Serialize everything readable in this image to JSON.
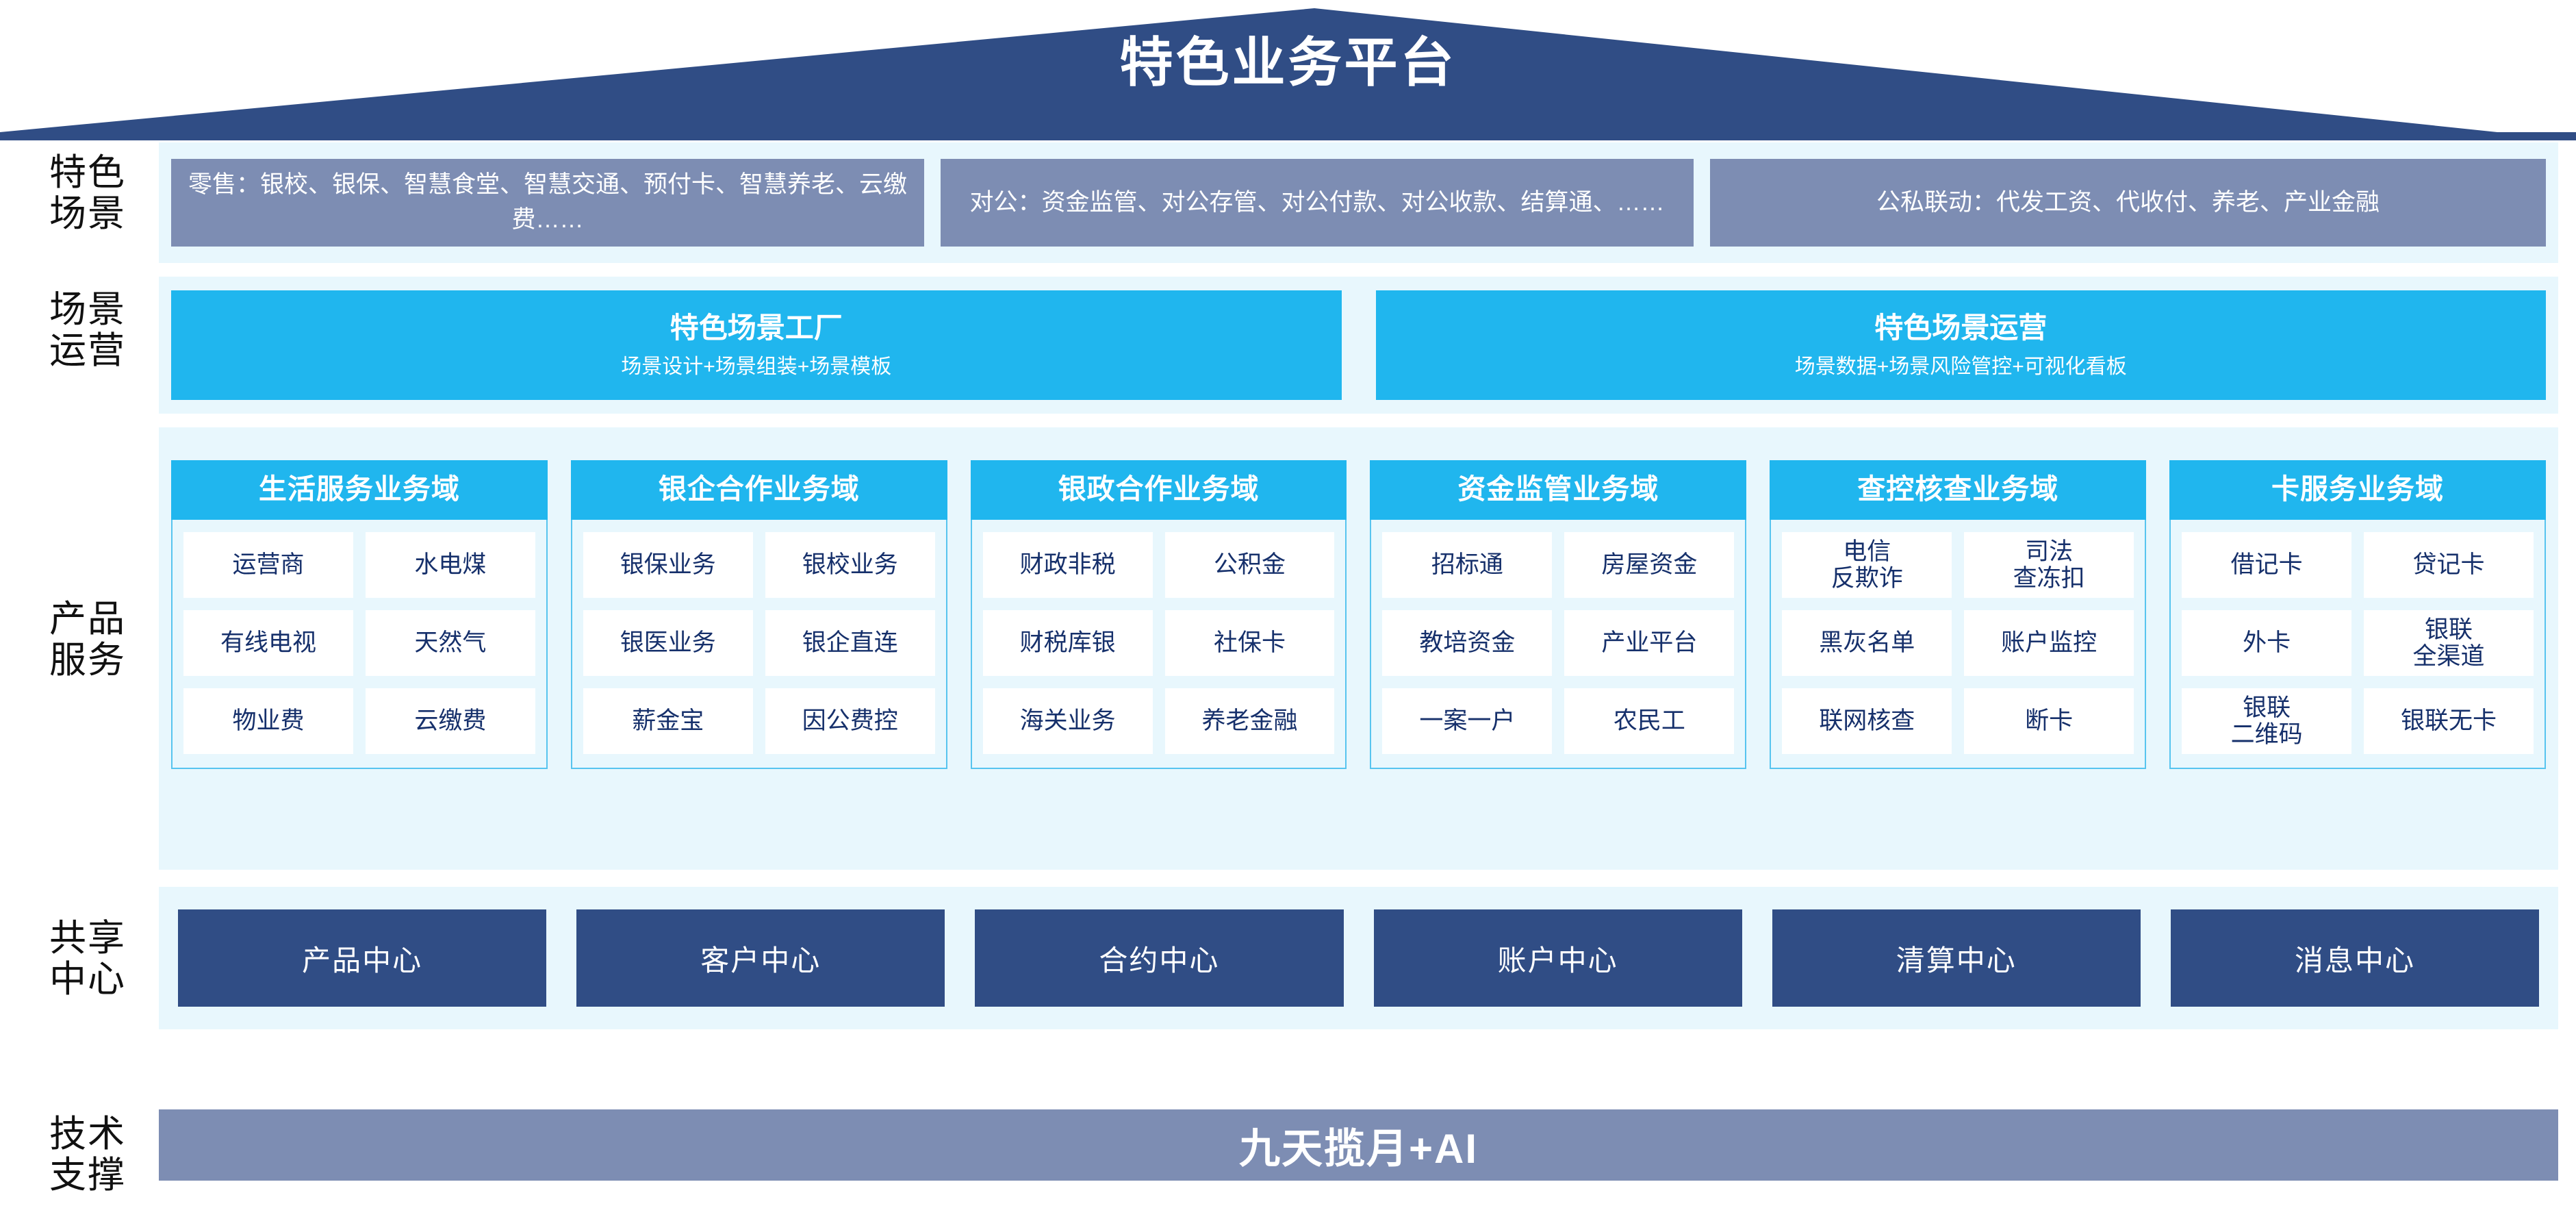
{
  "header": {
    "title": "特色业务平台"
  },
  "rows": {
    "scene": {
      "label": "特色\n场景",
      "boxes": [
        "零售：银校、银保、智慧食堂、智慧交通、预付卡、智慧养老、云缴费……",
        "对公：资金监管、对公存管、对公付款、对公收款、结算通、……",
        "公私联动：代发工资、代收付、养老、产业金融"
      ]
    },
    "operations": {
      "label": "场景\n运营",
      "boxes": [
        {
          "title": "特色场景工厂",
          "subtitle": "场景设计+场景组装+场景模板"
        },
        {
          "title": "特色场景运营",
          "subtitle": "场景数据+场景风险管控+可视化看板"
        }
      ]
    },
    "products": {
      "label": "产品\n服务",
      "domains": [
        {
          "name": "生活服务业务域",
          "items": [
            "运营商",
            "水电煤",
            "有线电视",
            "天然气",
            "物业费",
            "云缴费"
          ]
        },
        {
          "name": "银企合作业务域",
          "items": [
            "银保业务",
            "银校业务",
            "银医业务",
            "银企直连",
            "薪金宝",
            "因公费控"
          ]
        },
        {
          "name": "银政合作业务域",
          "items": [
            "财政非税",
            "公积金",
            "财税库银",
            "社保卡",
            "海关业务",
            "养老金融"
          ]
        },
        {
          "name": "资金监管业务域",
          "items": [
            "招标通",
            "房屋资金",
            "教培资金",
            "产业平台",
            "一案一户",
            "农民工"
          ]
        },
        {
          "name": "查控核查业务域",
          "items": [
            "电信\n反欺诈",
            "司法\n查冻扣",
            "黑灰名单",
            "账户监控",
            "联网核查",
            "断卡"
          ]
        },
        {
          "name": "卡服务业务域",
          "items": [
            "借记卡",
            "贷记卡",
            "外卡",
            "银联\n全渠道",
            "银联\n二维码",
            "银联无卡"
          ]
        }
      ]
    },
    "shared": {
      "label": "共享\n中心",
      "boxes": [
        "产品中心",
        "客户中心",
        "合约中心",
        "账户中心",
        "清算中心",
        "消息中心"
      ]
    },
    "tech": {
      "label": "技术\n支撑",
      "bar": "九天揽月+AI"
    }
  },
  "colors": {
    "roof": "#304d85",
    "band_bg": "#e8f7fd",
    "scene_box": "#7d8db3",
    "cyan": "#20b6ee",
    "cyan_border": "#57c4ef",
    "navy": "#304d85",
    "cell_text": "#16306b",
    "tech_bar": "#7d8db3"
  }
}
